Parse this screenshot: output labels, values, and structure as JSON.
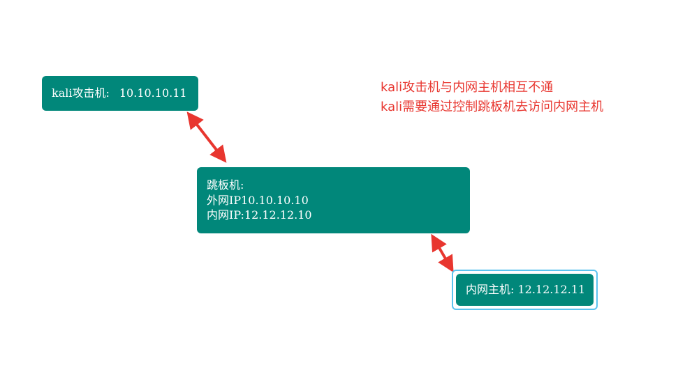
{
  "nodes": {
    "kali": {
      "label": "kali攻击机:",
      "ip": "10.10.10.11"
    },
    "jump": {
      "title": "跳板机:",
      "external": "外网IP10.10.10.10",
      "internal": "内网IP:12.12.12.10"
    },
    "inner": {
      "label": "内网主机: 12.12.12.11"
    }
  },
  "notes": [
    "kali攻击机与内网主机相互不通",
    "kali需要通过控制跳板机去访问内网主机"
  ],
  "colors": {
    "node_fill": "#01877a",
    "node_text": "#ffffff",
    "arrow": "#e8362f",
    "note_text": "#e8362f",
    "selection_border": "#5bc3ef"
  }
}
